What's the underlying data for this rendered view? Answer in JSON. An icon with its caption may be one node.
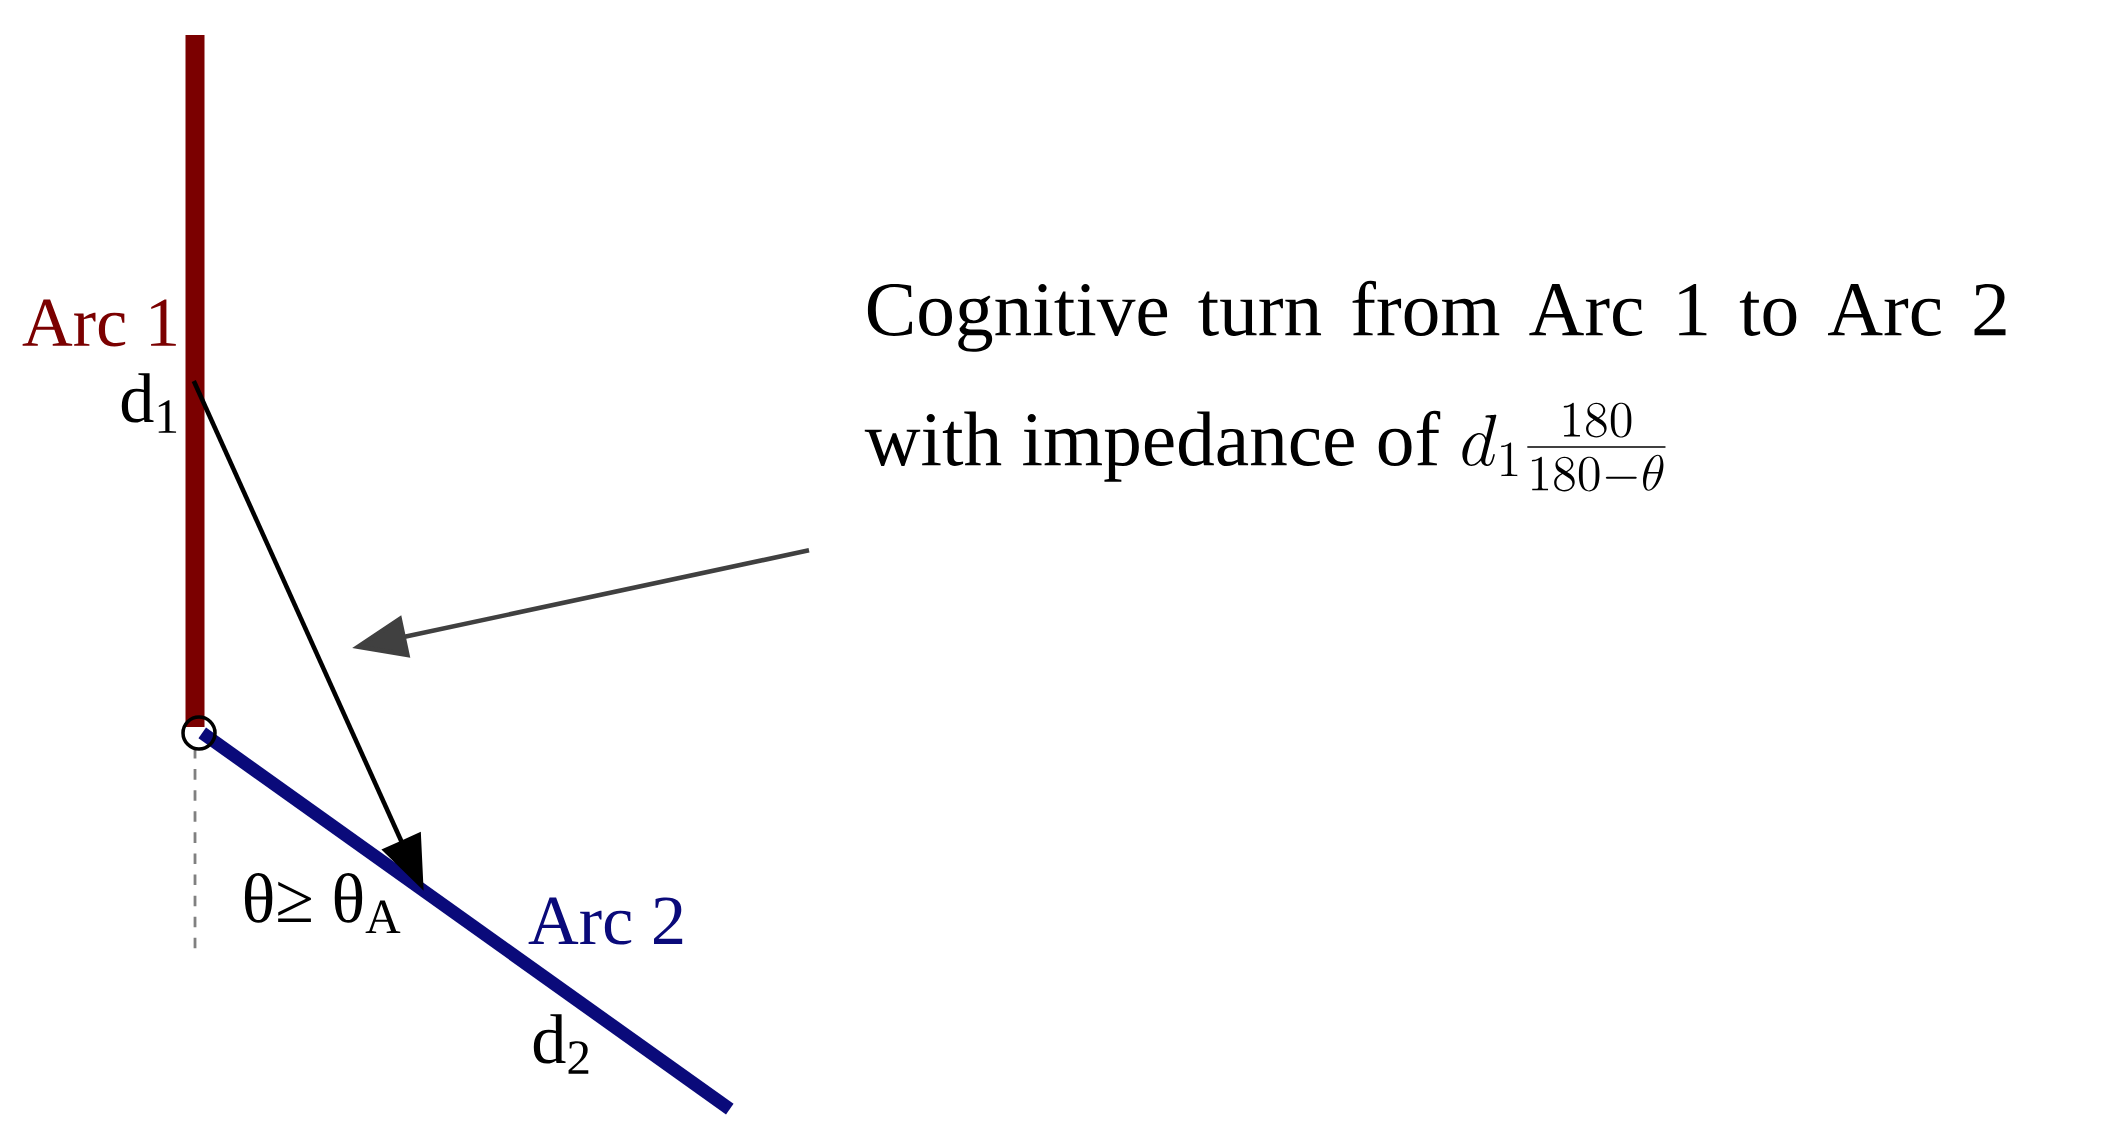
{
  "diagram": {
    "nodes": [
      {
        "text": [],
        "shape": "bar",
        "beside": [
          "Arc 1",
          "d$_{1}$"
        ]
      },
      {
        "text": [],
        "shape": "bar",
        "beside": [
          "Arc 2",
          "d$_{2}$"
        ]
      },
      {
        "text": [
          "Cognitive turn from Arc 1 to Arc 2 with impedance of",
          "d_1\\frac{180}{180-\\theta}"
        ]
      }
    ],
    "edges": [
      {
        "from": 0,
        "to": 1,
        "arrow": "to"
      },
      {
        "from": 2,
        "to": null,
        "arrow": "to",
        "color": "#404040"
      }
    ],
    "labels": [
      "θ≥ θ$_{A}$"
    ]
  }
}
